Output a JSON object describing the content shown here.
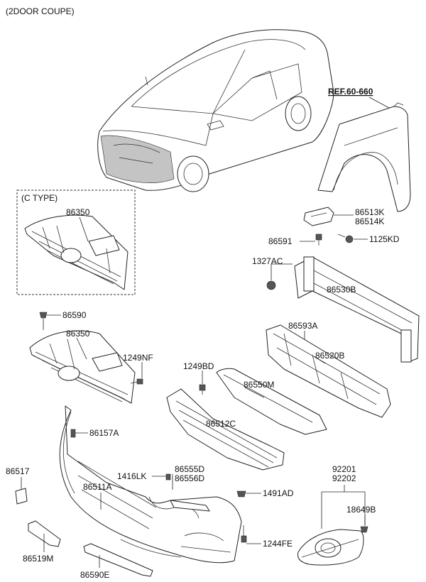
{
  "header": {
    "model": "(2DOOR COUPE)"
  },
  "ref": "REF.60-660",
  "ctype_label": "(C TYPE)",
  "labels": {
    "grille_ctype": "86350",
    "fender_bracket_rh_lh": [
      "86513K",
      "86514K"
    ],
    "screw_86591": "86591",
    "bolt_1125kd": "1125KD",
    "nut_1327ac": "1327AC",
    "rail_86530b": "86530B",
    "clip_86593a": "86593A",
    "absorber_86520b": "86520B",
    "clip_86590": "86590",
    "grille_std": "86350",
    "screw_1249nf": "1249NF",
    "screw_1249bd": "1249BD",
    "lip_86550m": "86550M",
    "lower_grille_86512c": "86512C",
    "bracket_86157a": "86157A",
    "cover_86517": "86517",
    "screw_1416lk": "1416LK",
    "molding_86555d_86556d": [
      "86555D",
      "86556D"
    ],
    "bumper_86511a": "86511A",
    "clip_1491ad": "1491AD",
    "fog_lamp_92201_92202": [
      "92201",
      "92202"
    ],
    "screw_18649b": "18649B",
    "bracket_86519m": "86519M",
    "bolt_1244fe": "1244FE",
    "strip_86590e": "86590E"
  }
}
